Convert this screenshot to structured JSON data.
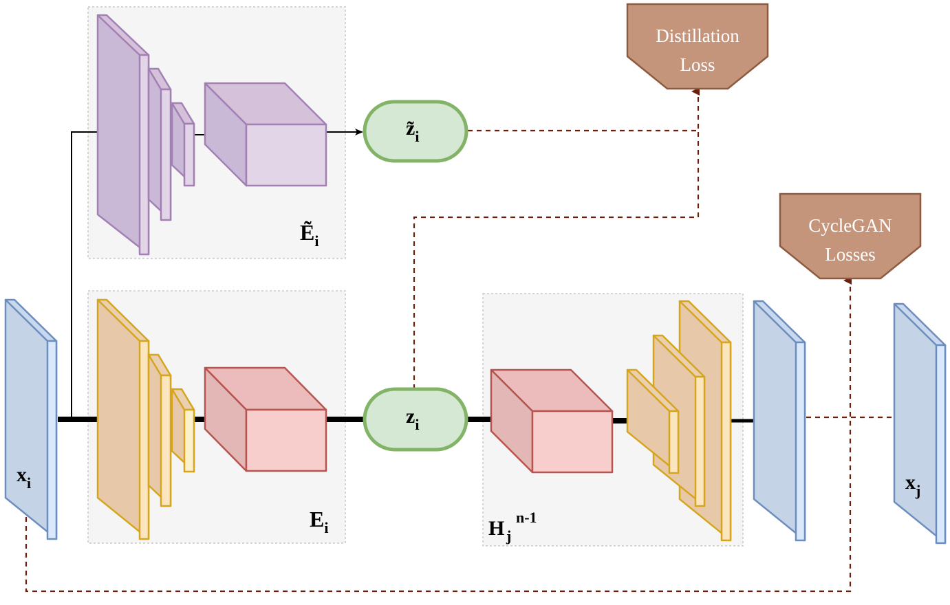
{
  "losses": {
    "distillation": {
      "line1": "Distillation",
      "line2": "Loss"
    },
    "cyclegan": {
      "line1": "CycleGAN",
      "line2": "Losses"
    }
  },
  "modules": {
    "teacher_encoder": {
      "base": "Ẽ",
      "sub": "i"
    },
    "encoder": {
      "base": "E",
      "sub": "i"
    },
    "head": {
      "base": "H",
      "sub": "j",
      "sup": "n-1"
    }
  },
  "variables": {
    "z_tilde": {
      "base": "z̃",
      "sub": "i"
    },
    "z": {
      "base": "z",
      "sub": "i"
    },
    "x_in": {
      "base": "x",
      "sub": "i"
    },
    "x_out": {
      "base": "x",
      "sub": "j"
    }
  },
  "colors": {
    "loss_fill": "#c5957b",
    "loss_stroke": "#8e5a3f",
    "purple_fill": "#d5c2da",
    "purple_stroke": "#a280b4",
    "orange_fill": "#eacfb0",
    "orange_stroke": "#d6a51e",
    "red_fill": "#f3c5c3",
    "red_stroke": "#b65450",
    "blue_fill": "#c5d3e7",
    "blue_stroke": "#6c8ebf",
    "green_fill": "#d5e8d4",
    "green_stroke": "#82b366",
    "dashed": "#6b1f0a",
    "group_bg": "#f5f5f5"
  }
}
